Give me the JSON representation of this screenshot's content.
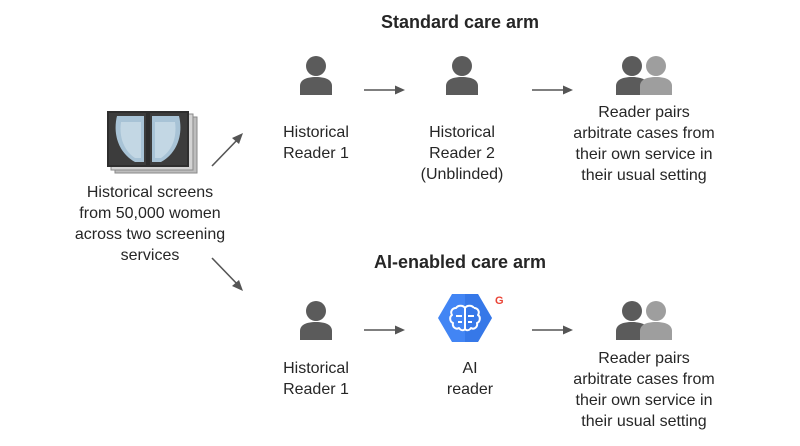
{
  "source": {
    "label": "Historical screens\nfrom 50,000 women\nacross two screening\nservices",
    "icon": "mammogram-stack-icon"
  },
  "standard_arm": {
    "heading": "Standard care arm",
    "steps": [
      {
        "label": "Historical\nReader 1",
        "icon": "person-icon"
      },
      {
        "label": "Historical\nReader 2\n(Unblinded)",
        "icon": "person-icon"
      },
      {
        "label": "Reader pairs\narbitrate cases from\ntheir own service in\ntheir usual setting",
        "icon": "people-pair-icon"
      }
    ]
  },
  "ai_arm": {
    "heading": "AI-enabled care arm",
    "steps": [
      {
        "label": "Historical\nReader 1",
        "icon": "person-icon"
      },
      {
        "label": "AI\nreader",
        "icon": "ai-brain-icon"
      },
      {
        "label": "Reader pairs\narbitrate cases from\ntheir own service in\ntheir usual setting",
        "icon": "people-pair-icon"
      }
    ]
  },
  "colors": {
    "text": "#262626",
    "person_dark": "#5b5b5b",
    "person_light": "#9e9e9e",
    "arrow": "#555555",
    "ai_blue": "#4285f4",
    "ai_blue_dark": "#2f6fe0"
  }
}
